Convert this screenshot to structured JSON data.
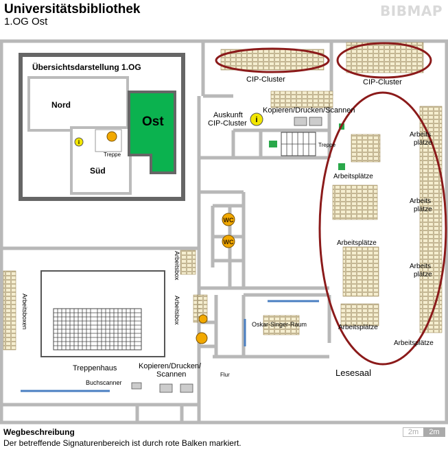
{
  "header": {
    "title": "Universitätsbibliothek",
    "floor": "1.OG Ost",
    "logo": "BIBMAP"
  },
  "overview": {
    "title": "Übersichtsdarstellung 1.OG",
    "nord": "Nord",
    "sued": "Süd",
    "ost": "Ost",
    "treppe": "Treppe",
    "highlight_color": "#0bb24f"
  },
  "labels": {
    "cip_cluster": "CIP-Cluster",
    "auskunft_1": "Auskunft",
    "auskunft_2": "CIP-Cluster",
    "kopieren_scannen_top": "Kopieren/Drucken/Scannen",
    "treppe": "Treppe",
    "arbeitsplaetze": "Arbeitsplätze",
    "arbeitsplaetze_wrap_1": "Arbeits",
    "arbeitsplaetze_wrap_2": "plätze",
    "arbeitsbox": "Arbeitsbox",
    "arbeitsboxen": "Arbeitsboxen",
    "oskar_singer_raum": "Oskar-Singer-Raum",
    "treppenhaus": "Treppenhaus",
    "kopieren_1": "Kopieren/Drucken/",
    "kopieren_2": "Scannen",
    "buchscanner": "Buchscanner",
    "flur": "Flur",
    "lesesaal": "Lesesaal",
    "wc": "WC",
    "info": "i"
  },
  "colors": {
    "marker": "#8b1a1a",
    "wall": "#b8b8b8",
    "desk": "#f5eed0",
    "desk_stroke": "#a08c5a",
    "window": "#4a7fc2"
  },
  "footer": {
    "title": "Wegbeschreibung",
    "text": "Der betreffende Signaturenbereich ist durch rote Balken markiert."
  },
  "scale": {
    "a": "2m",
    "b": "2m"
  }
}
